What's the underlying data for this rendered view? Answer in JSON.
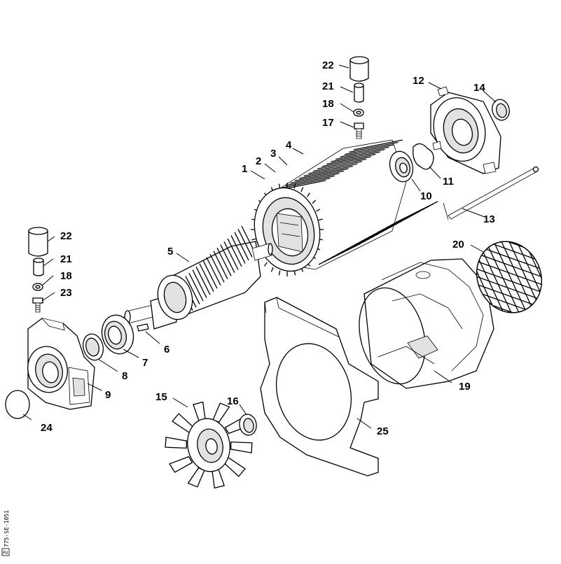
{
  "diagram": {
    "callouts": [
      {
        "id": "c1",
        "label": "1"
      },
      {
        "id": "c2",
        "label": "2"
      },
      {
        "id": "c3",
        "label": "3"
      },
      {
        "id": "c4",
        "label": "4"
      },
      {
        "id": "c5",
        "label": "5"
      },
      {
        "id": "c6",
        "label": "6"
      },
      {
        "id": "c7",
        "label": "7"
      },
      {
        "id": "c8",
        "label": "8"
      },
      {
        "id": "c9",
        "label": "9"
      },
      {
        "id": "c10",
        "label": "10"
      },
      {
        "id": "c11",
        "label": "11"
      },
      {
        "id": "c12",
        "label": "12"
      },
      {
        "id": "c13",
        "label": "13"
      },
      {
        "id": "c14",
        "label": "14"
      },
      {
        "id": "c15",
        "label": "15"
      },
      {
        "id": "c16",
        "label": "16"
      },
      {
        "id": "c17",
        "label": "17"
      },
      {
        "id": "c18a",
        "label": "18"
      },
      {
        "id": "c21a",
        "label": "21"
      },
      {
        "id": "c22a",
        "label": "22"
      },
      {
        "id": "c18b",
        "label": "18"
      },
      {
        "id": "c21b",
        "label": "21"
      },
      {
        "id": "c22b",
        "label": "22"
      },
      {
        "id": "c23",
        "label": "23"
      },
      {
        "id": "c24",
        "label": "24"
      },
      {
        "id": "c19",
        "label": "19"
      },
      {
        "id": "c20",
        "label": "20"
      },
      {
        "id": "c25",
        "label": "25"
      }
    ],
    "doc_id": "775-SE-1051",
    "corner_mark": "PU"
  }
}
